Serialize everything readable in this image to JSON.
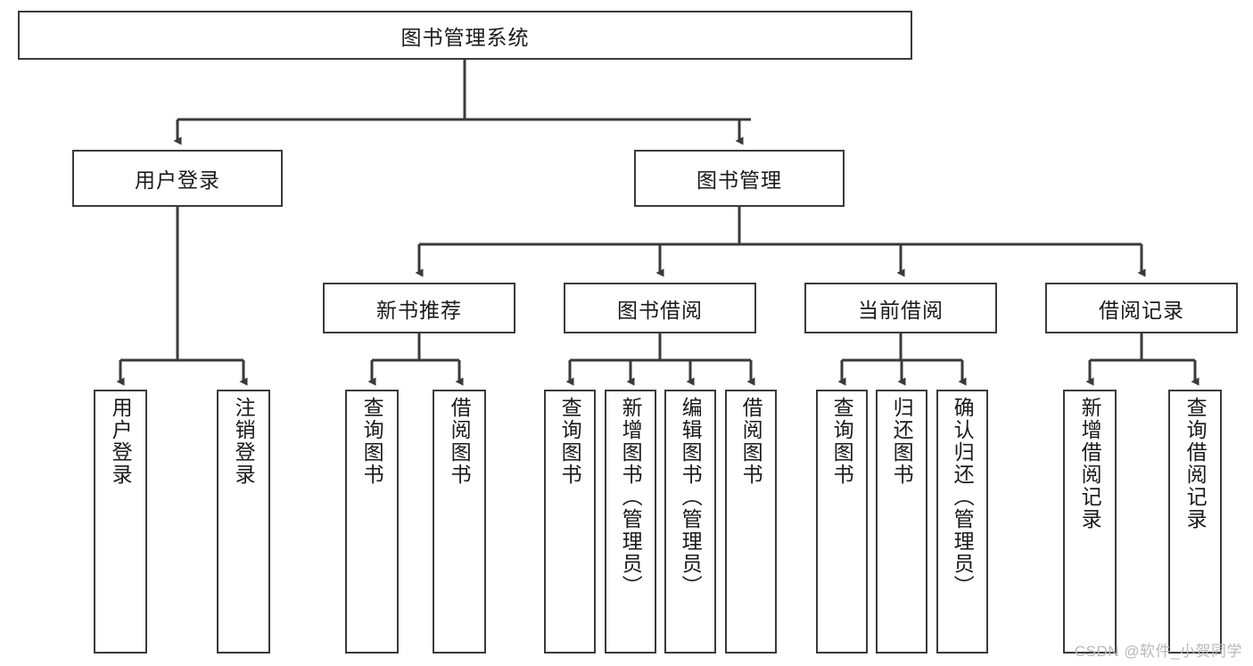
{
  "diagram": {
    "title": "图书管理系统",
    "type": "hierarchy-tree",
    "watermark": "CSDN @软件_小贺同学",
    "colors": {
      "box_border": "#3a3a3a",
      "box_fill": "#ffffff",
      "connector": "#3a3a3a",
      "text": "#1a1a1a",
      "watermark": "#b9b9b9"
    },
    "root": {
      "label": "图书管理系统"
    },
    "level2": [
      {
        "label": "用户登录"
      },
      {
        "label": "图书管理"
      }
    ],
    "level3": [
      {
        "label": "新书推荐"
      },
      {
        "label": "图书借阅"
      },
      {
        "label": "当前借阅"
      },
      {
        "label": "借阅记录"
      }
    ],
    "leaves": {
      "user_login": [
        {
          "label": "用户登录"
        },
        {
          "label": "注销登录"
        }
      ],
      "new_book_recommend": [
        {
          "label": "查询图书"
        },
        {
          "label": "借阅图书"
        }
      ],
      "book_borrow": [
        {
          "label": "查询图书"
        },
        {
          "label": "新增图书（管理员）"
        },
        {
          "label": "编辑图书（管理员）"
        },
        {
          "label": "借阅图书"
        }
      ],
      "current_borrow": [
        {
          "label": "查询图书"
        },
        {
          "label": "归还图书"
        },
        {
          "label": "确认归还（管理员）"
        }
      ],
      "borrow_record": [
        {
          "label": "新增借阅记录"
        },
        {
          "label": "查询借阅记录"
        }
      ]
    }
  }
}
